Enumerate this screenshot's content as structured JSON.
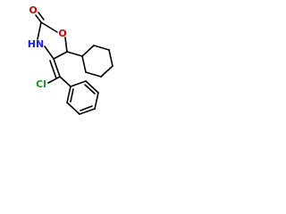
{
  "molecule": {
    "atoms": {
      "carbonyl_oxygen": {
        "label": "O",
        "color": "#d40000"
      },
      "ring_oxygen": {
        "label": "O",
        "color": "#d40000"
      },
      "ring_nitrogen": {
        "label": "HN",
        "color": "#1a1aff"
      },
      "chlorine": {
        "label": "Cl",
        "color": "#1a9a1a"
      }
    },
    "bond_color": "#000000"
  }
}
